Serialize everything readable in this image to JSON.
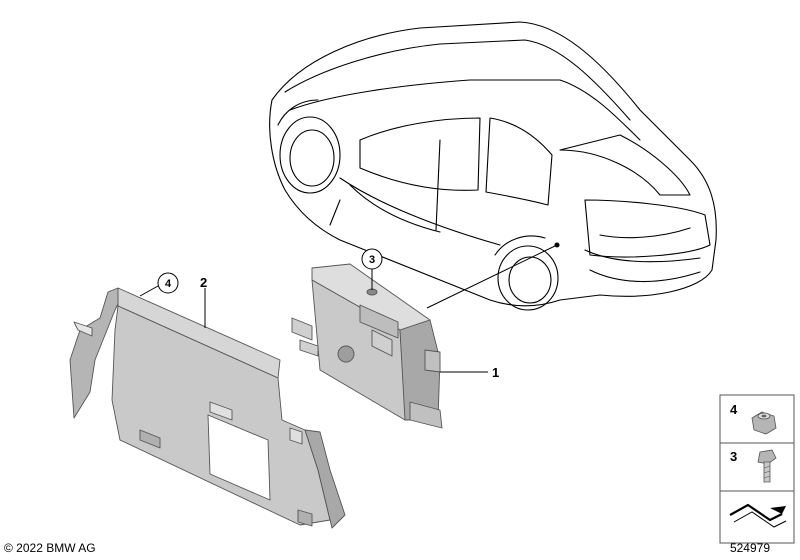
{
  "callouts": {
    "part1": "1",
    "part2": "2",
    "part3": "3",
    "part4": "4"
  },
  "legend": {
    "item_nut": "4",
    "item_screw": "3"
  },
  "footer": {
    "copyright": "© 2022 BMW AG",
    "diagram_id": "524979"
  },
  "colors": {
    "part_fill": "#c9c9c9",
    "part_shade": "#a8a8a8",
    "line": "#000000",
    "legend_border": "#555555"
  }
}
